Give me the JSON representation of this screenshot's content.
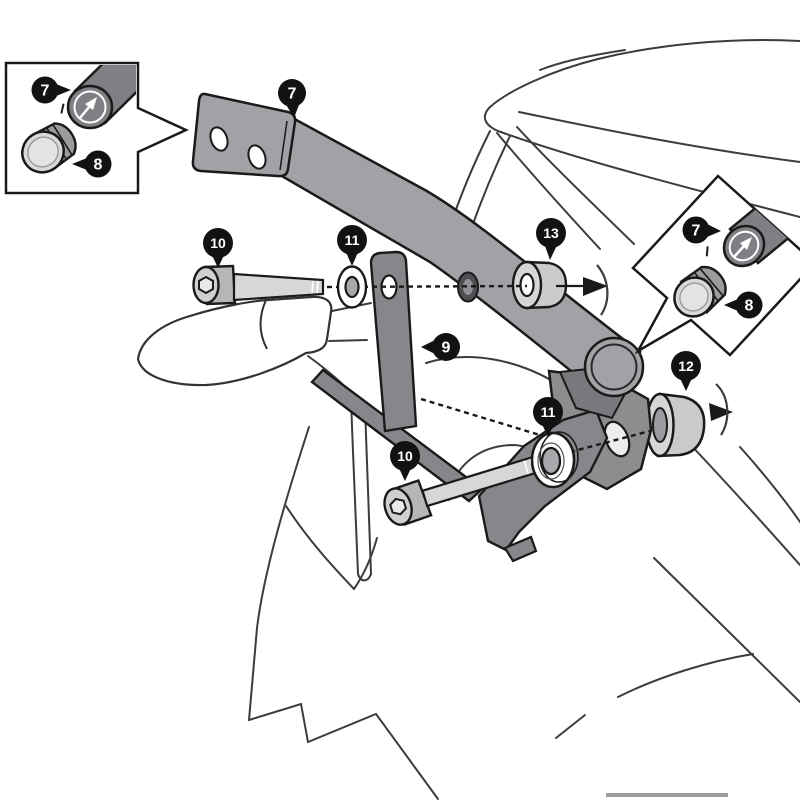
{
  "figure": {
    "kind": "exploded-assembly-diagram",
    "background_color": "#ffffff",
    "outline_color": "#1a1a1a",
    "thin_line_color": "#3c3c3c"
  },
  "colors": {
    "arm_gray": "#a0a2a5",
    "bracket_gray": "#85878a",
    "dark_tube_gray": "#7e8084",
    "light_part": "#d6d7d8",
    "mid_part": "#c9cacc",
    "bolt_head": "#b4b6b8",
    "callout_bg": "#121212",
    "callout_text": "#ffffff"
  },
  "callouts": [
    {
      "id": "7-inset-left",
      "label": "7"
    },
    {
      "id": "8-inset-left",
      "label": "8"
    },
    {
      "id": "7-main",
      "label": "7"
    },
    {
      "id": "10-upper",
      "label": "10"
    },
    {
      "id": "11-upper",
      "label": "11"
    },
    {
      "id": "13",
      "label": "13"
    },
    {
      "id": "7-inset-right",
      "label": "7"
    },
    {
      "id": "8-inset-right",
      "label": "8"
    },
    {
      "id": "9",
      "label": "9"
    },
    {
      "id": "12",
      "label": "12"
    },
    {
      "id": "11-lower",
      "label": "11"
    },
    {
      "id": "10-lower",
      "label": "10"
    }
  ]
}
